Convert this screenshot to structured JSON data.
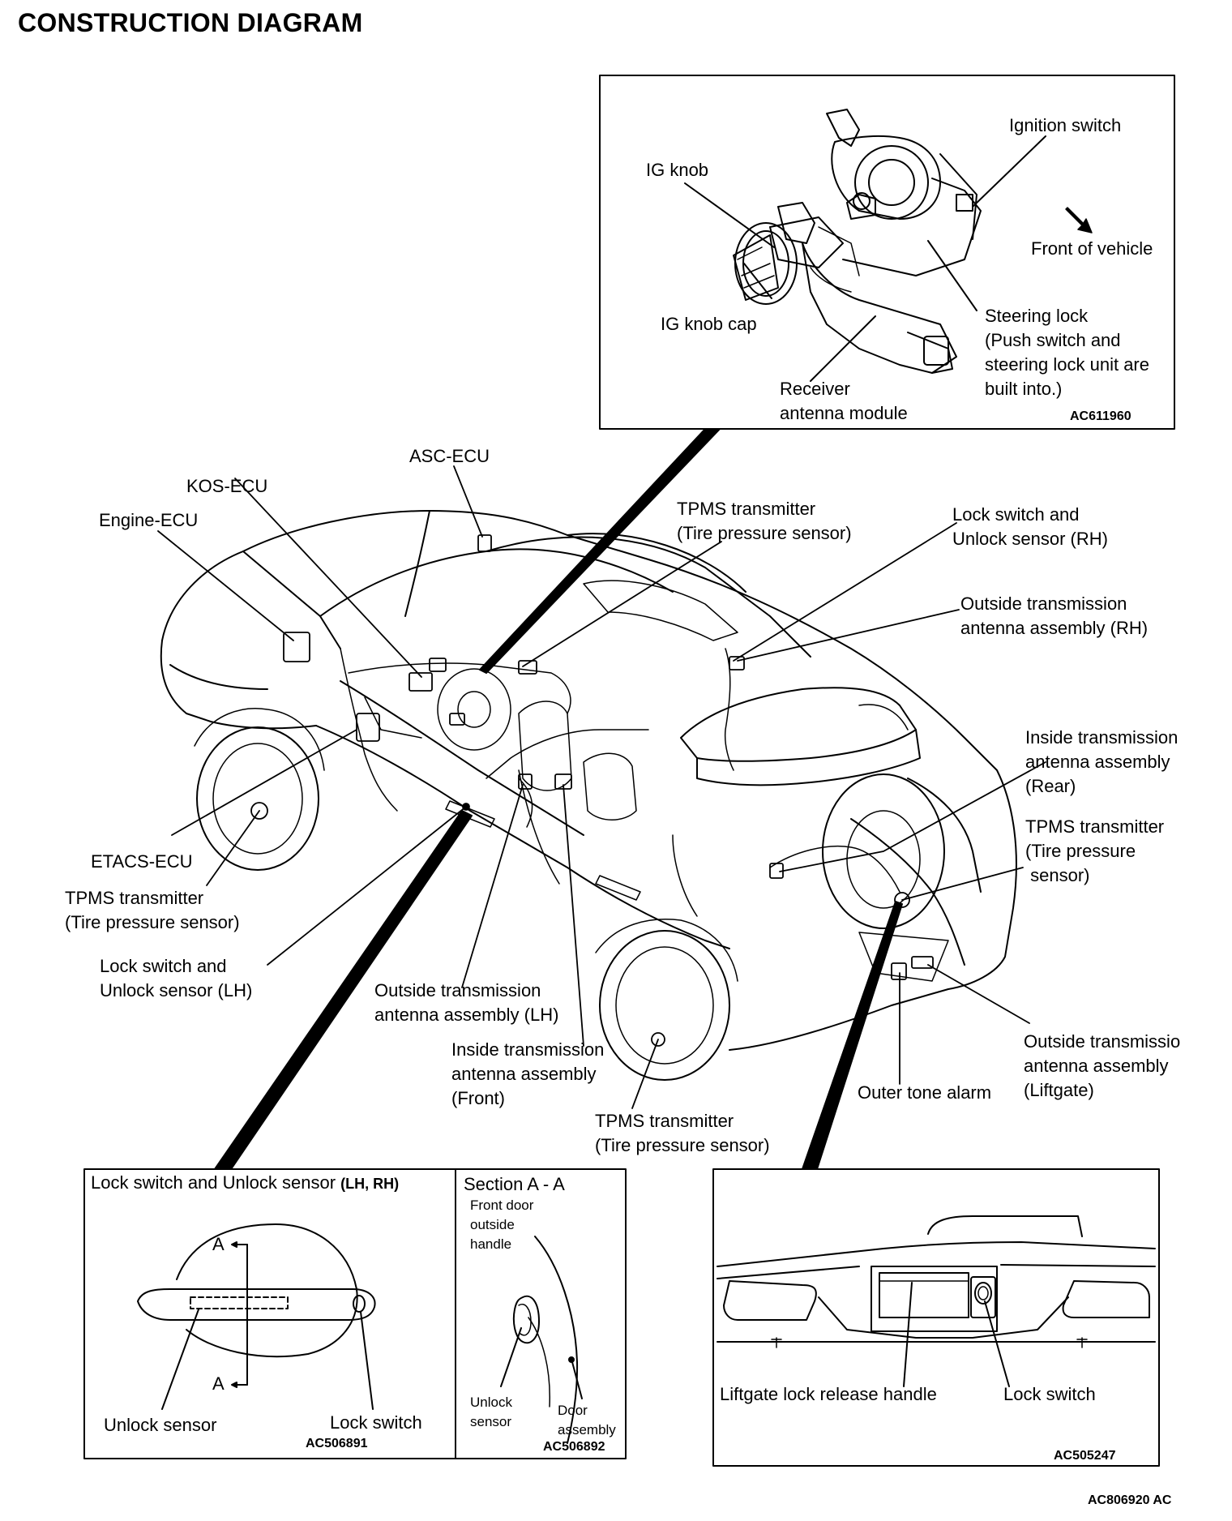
{
  "title": "CONSTRUCTION DIAGRAM",
  "inset_ignition": {
    "code": "AC611960",
    "labels": {
      "ignition_switch": "Ignition switch",
      "ig_knob": "IG knob",
      "front_of_vehicle": "Front of vehicle",
      "ig_knob_cap": "IG knob cap",
      "steering_lock": "Steering lock\n(Push switch and\nsteering lock unit are\nbuilt into.)",
      "receiver_antenna": "Receiver\nantenna module"
    }
  },
  "main": {
    "labels": {
      "asc_ecu": "ASC-ECU",
      "kos_ecu": "KOS-ECU",
      "engine_ecu": "Engine-ECU",
      "tpms_top": "TPMS transmitter\n(Tire pressure sensor)",
      "lock_rh": "Lock switch and\nUnlock sensor (RH)",
      "outside_rh": "Outside transmission\nantenna assembly (RH)",
      "inside_rear": "Inside transmission\nantenna assembly\n(Rear)",
      "tpms_right": "TPMS transmitter\n(Tire pressure\n sensor)",
      "etacs_ecu": "ETACS-ECU",
      "tpms_left": "TPMS transmitter\n(Tire pressure sensor)",
      "lock_lh": "Lock switch and\nUnlock sensor (LH)",
      "outside_lh": "Outside transmission\nantenna assembly (LH)",
      "inside_front": "Inside transmission\nantenna assembly\n(Front)",
      "tpms_bottom": "TPMS transmitter\n(Tire pressure sensor)",
      "outer_tone": "Outer tone alarm",
      "outside_liftgate": "Outside transmissio\nantenna assembly\n(Liftgate)"
    }
  },
  "inset_handle": {
    "title": "Lock switch and Unlock sensor",
    "title_suffix": "(LH, RH)",
    "section_a": "A",
    "unlock_sensor": "Unlock sensor",
    "lock_switch": "Lock switch",
    "code": "AC506891"
  },
  "inset_section": {
    "title": "Section A - A",
    "front_door_handle": "Front door\noutside\nhandle",
    "unlock_sensor": "Unlock\nsensor",
    "door_assembly": "Door\nassembly",
    "code": "AC506892"
  },
  "inset_liftgate": {
    "release_handle": "Liftgate lock release handle",
    "lock_switch": "Lock switch",
    "code": "AC505247"
  },
  "figure_code": "AC806920 AC"
}
